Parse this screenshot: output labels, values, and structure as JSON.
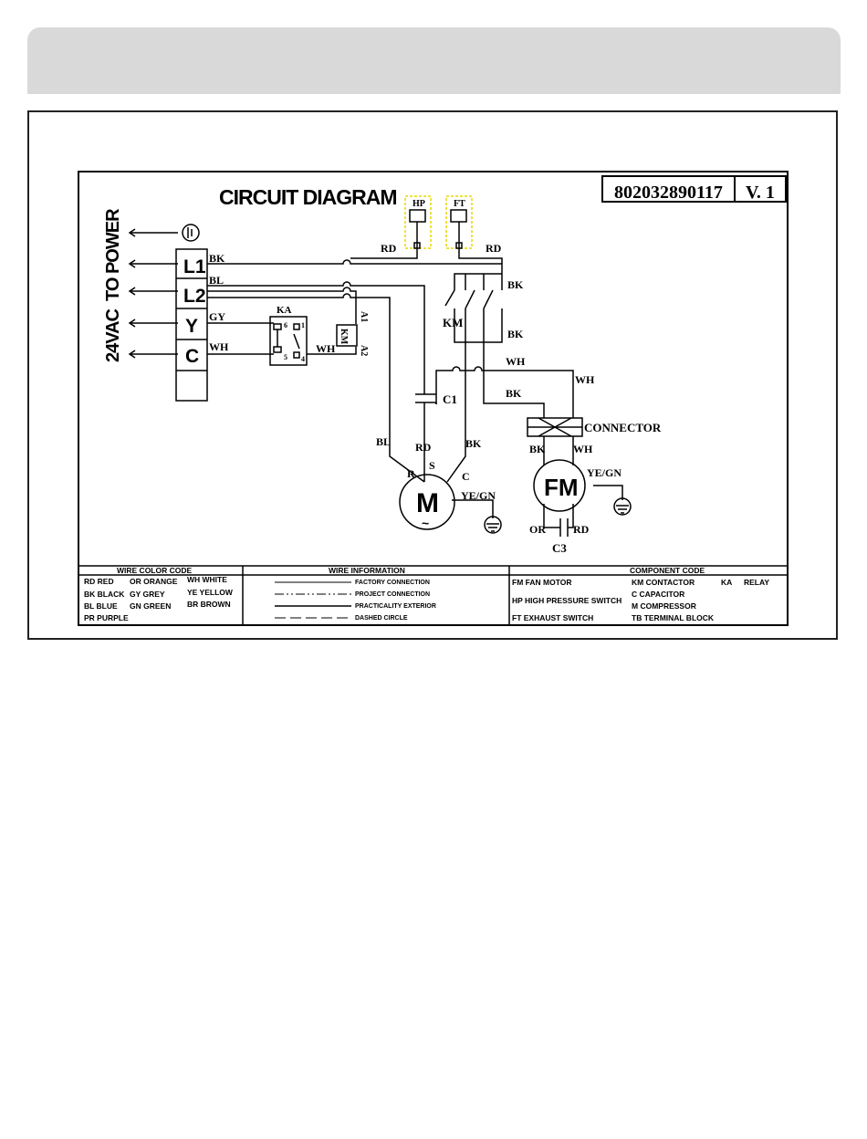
{
  "diagram": {
    "title": "CIRCUIT DIAGRAM",
    "part_number": "802032890117",
    "version": "V. 1",
    "power_labels": {
      "to_power": "TO POWER",
      "voltage": "24VAC"
    },
    "terminals": [
      "L1",
      "L2",
      "Y",
      "C"
    ],
    "wire_labels": {
      "bk_l1": "BK",
      "bl_l2": "BL",
      "gy": "GY",
      "wh_c": "WH",
      "wh_relay": "WH",
      "rd_left": "RD",
      "rd_right": "RD",
      "bk_km_top": "BK",
      "bk_km_mid": "BK",
      "wh_mid": "WH",
      "wh_right": "WH",
      "bk_c1": "BK",
      "bl_m": "BL",
      "rd_m": "RD",
      "bk_m": "BK",
      "bk_fm": "BK",
      "wh_fm": "WH",
      "or_c3": "OR",
      "rd_c3": "RD"
    },
    "components": {
      "hp": "HP",
      "ft": "FT",
      "ka": "KA",
      "km": "KM",
      "km_coil": "KM",
      "a1": "A1",
      "a2": "A2",
      "c1": "C1",
      "c3": "C3",
      "connector": "CONNECTOR",
      "motor": "M",
      "motor_tilde": "~",
      "fan_motor": "FM",
      "ye_gn_m": "YE/GN",
      "ye_gn_fm": "YE/GN",
      "pin_r": "R",
      "pin_s": "S",
      "pin_c": "C",
      "relay_pins": [
        "6",
        "1",
        "5",
        "4"
      ]
    },
    "legend": {
      "wire_color_header": "WIRE COLOR CODE",
      "wire_colors": [
        [
          "RD RED",
          "OR ORANGE",
          "WH WHITE"
        ],
        [
          "BK BLACK",
          "GY GREY",
          "YE YELLOW"
        ],
        [
          "BL BLUE",
          "GN GREEN",
          "BR BROWN"
        ],
        [
          "PR PURPLE",
          "",
          ""
        ]
      ],
      "wire_info_header": "WIRE INFORMATION",
      "wire_info": [
        "FACTORY CONNECTION",
        "PROJECT CONNECTION",
        "PRACTICALITY EXTERIOR",
        "DASHED CIRCLE"
      ],
      "component_header": "COMPONENT CODE",
      "components_left": [
        "FM  FAN MOTOR",
        "HP  HIGH PRESSURE SWITCH",
        "FT  EXHAUST SWITCH"
      ],
      "components_right": [
        "KM CONTACTOR",
        "C  CAPACITOR",
        "M  COMPRESSOR",
        "TB  TERMINAL BLOCK"
      ],
      "relay_code": "KA",
      "relay_name": "RELAY"
    }
  }
}
